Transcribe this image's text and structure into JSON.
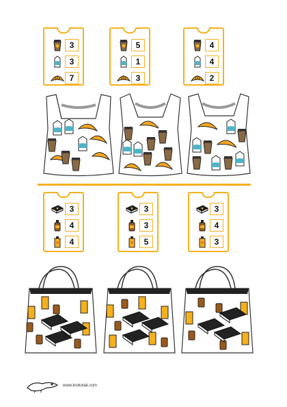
{
  "colors": {
    "accent": "#f5b01e",
    "dark": "#222222",
    "milk": "#4fb3c8",
    "orange": "#f5a623"
  },
  "shopping_tickets": [
    {
      "coffee": "3",
      "milk": "3",
      "croissant": "7"
    },
    {
      "coffee": "5",
      "milk": "1",
      "croissant": "3"
    },
    {
      "coffee": "4",
      "milk": "4",
      "croissant": "2"
    }
  ],
  "school_tickets": [
    {
      "book": "3",
      "bottle": "4",
      "tube": "4"
    },
    {
      "book": "3",
      "bottle": "3",
      "tube": "5"
    },
    {
      "book": "3",
      "bottle": "4",
      "tube": "3"
    }
  ],
  "footer": {
    "url": "www.krokotak.com"
  }
}
